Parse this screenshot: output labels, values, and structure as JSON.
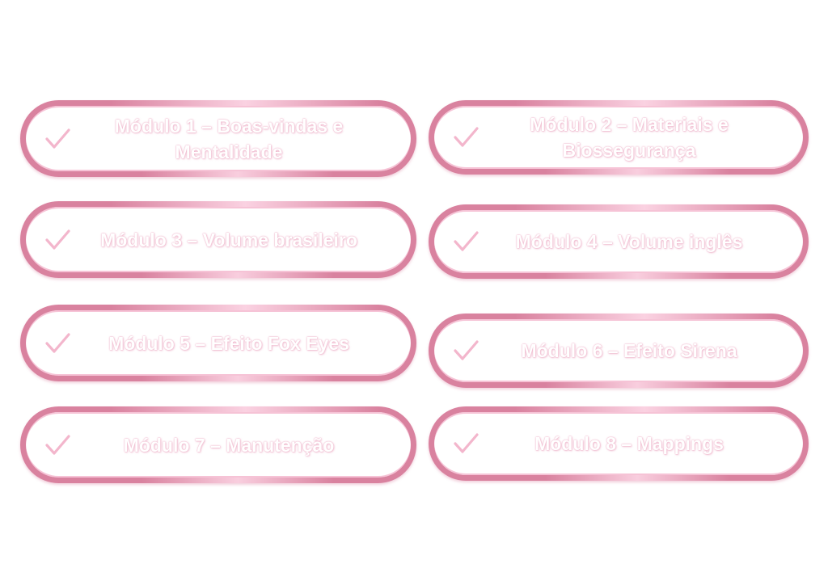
{
  "accent_color": "#d9829f",
  "check_color": "#f3b6cc",
  "modules": [
    {
      "label": "Módulo 1 – Boas-vindas e Mentalidade",
      "icon": "check-icon"
    },
    {
      "label": "Módulo 2 – Materiais e Biossegurança",
      "icon": "check-icon"
    },
    {
      "label": "Módulo 3 – Volume brasileiro",
      "icon": "check-icon"
    },
    {
      "label": "Módulo 4 – Volume inglês",
      "icon": "check-icon"
    },
    {
      "label": "Módulo 5  – Efeito Fox Eyes",
      "icon": "check-icon"
    },
    {
      "label": "Módulo 6  – Efeito Sirena",
      "icon": "check-icon"
    },
    {
      "label": "Módulo 7  – Manutenção",
      "icon": "check-icon"
    },
    {
      "label": "Módulo 8  – Mappings",
      "icon": "check-icon"
    }
  ]
}
